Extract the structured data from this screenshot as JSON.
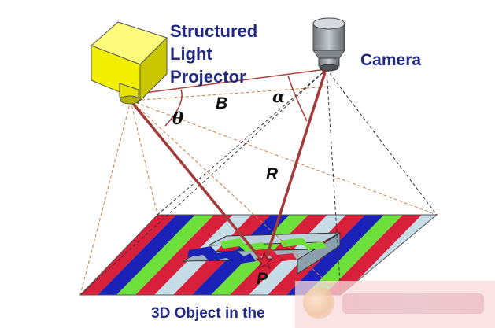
{
  "labels": {
    "projector_line1": "Structured",
    "projector_line2": "Light",
    "projector_line3": "Projector",
    "camera": "Camera",
    "baseline": "B",
    "range": "R",
    "theta": "θ",
    "alpha": "α",
    "point": "P",
    "caption": "3D Object in the"
  },
  "colors": {
    "projector_body": "#f2f000",
    "camera_body": "#8a9096",
    "ray": "#a33a3a",
    "baseline": "#b04040",
    "label_blue": "#222a80",
    "stripe_red": "#d8203a",
    "stripe_blue": "#1a22b8",
    "stripe_green": "#6ee03c",
    "stripe_light": "#c6dde8"
  },
  "icons": {
    "projector": "projector-icon",
    "camera": "camera-icon",
    "watermark": "watermark-emblem-icon"
  }
}
